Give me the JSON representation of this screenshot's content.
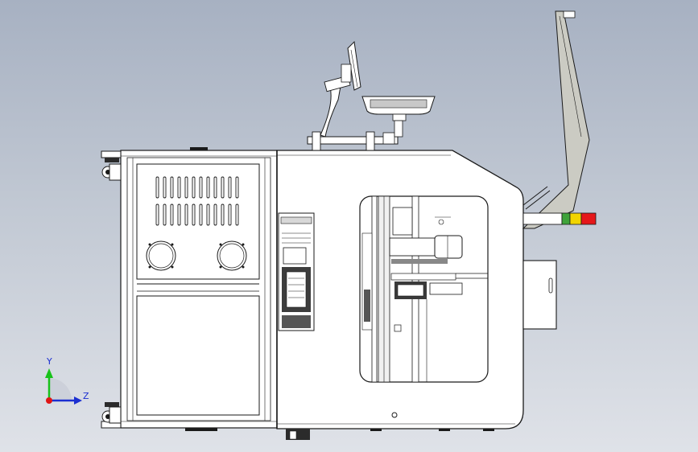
{
  "viewport": {
    "view": "cad-assembly-side-view",
    "background_top": "#a7b1c2",
    "background_bottom": "#dfe2e8"
  },
  "triad": {
    "y_label": "Y",
    "z_label": "Z",
    "y_color": "#18c21a",
    "z_color": "#1b2fd1",
    "origin_color": "#e01515"
  },
  "colors": {
    "line": "#1a1a1a",
    "body": "#ffffff",
    "gray_panel": "#cbcbc3",
    "lamp_yellow": "#f2d400",
    "lamp_red": "#e5171a",
    "lamp_green": "#3fa33a"
  }
}
